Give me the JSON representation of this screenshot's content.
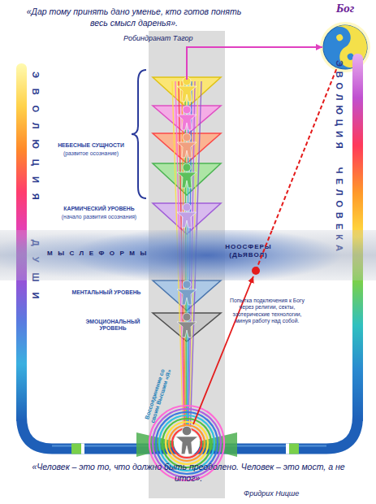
{
  "diagram": {
    "nodes": [
      {
        "text": [
          "Бог"
        ]
      },
      {
        "text": [
          "ЭВОЛЮЦИЯ ДУШИ"
        ]
      },
      {
        "text": [
          "ЭВОЛЮЦИЯ ЧЕЛОВЕКА"
        ]
      },
      {
        "text": [
          "МЫСЛЕФОРМЫ",
          "НООСФЕРЫ (ДЬЯВОЛ)"
        ]
      }
    ],
    "edges": [
      {
        "from": 3,
        "to": 0,
        "arrow": "none"
      }
    ],
    "labels": [
      "«Дар тому принять дано уменье, кто готов понять весь смысл даренья».",
      "Робиндранат Тагор",
      "НЕБЕСНЫЕ СУЩНОСТИ",
      "(развитое осознание)",
      "КАРМИЧЕСКИЙ УРОВЕНЬ",
      "(начало развития осознания)",
      "МЕНТАЛЬНЫЙ УРОВЕНЬ",
      "ЭМОЦИОНАЛЬНЫЙ УРОВЕНЬ",
      "Попытка подключения к Богу через религии, секты, эзотерические технологии, минуя работу над собой.",
      "Воссоединение со своим Высшим «Я»",
      "«Человек – это то, что должно быть преодолено. Человек – это мост, а не итог».",
      "Фридрих Ницше"
    ]
  }
}
